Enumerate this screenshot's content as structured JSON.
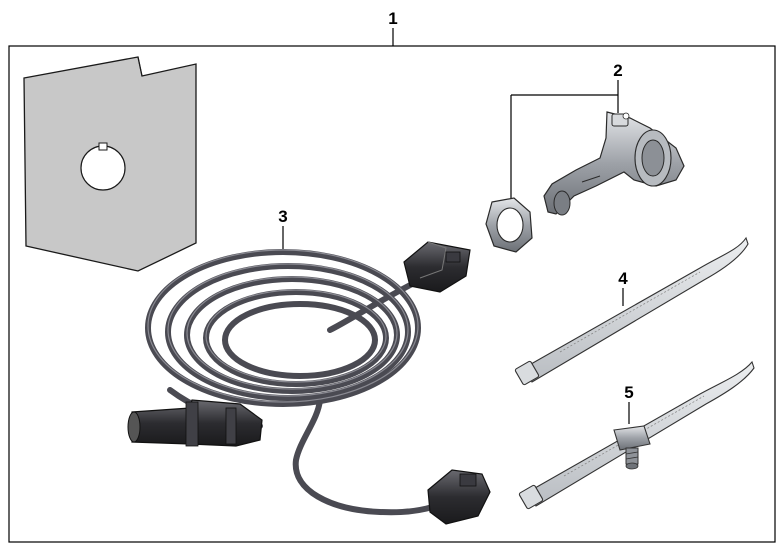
{
  "callouts": {
    "c1": "1",
    "c2": "2",
    "c3": "3",
    "c4": "4",
    "c5": "5"
  },
  "colors": {
    "frame": "#000000",
    "plate": "#c8c8c8",
    "cable": "#4a4a52",
    "connector": "#2a2a2e",
    "metal": "#a9adb3",
    "tie": "#cfd2d6"
  }
}
